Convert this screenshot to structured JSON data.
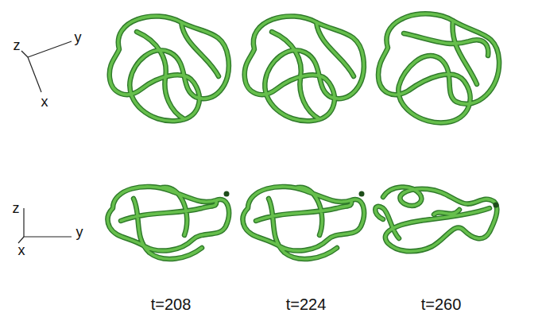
{
  "diagram": {
    "labels": [
      "z",
      "y",
      "x",
      "z",
      "y",
      "x",
      "t=208",
      "t=224",
      "t=260"
    ]
  }
}
